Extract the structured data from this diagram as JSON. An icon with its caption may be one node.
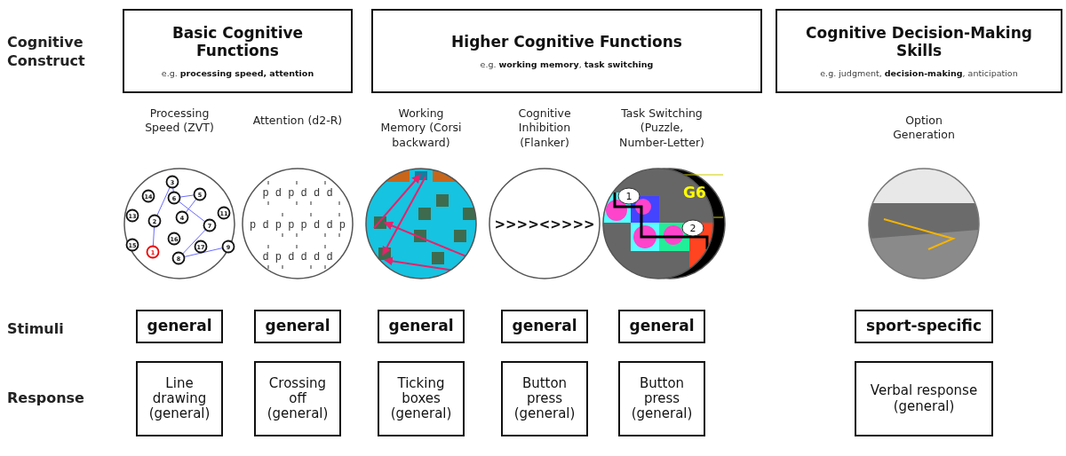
{
  "diagram": {
    "nodes": [
      {
        "text": [
          "Basic Cognitive Functions",
          "e.g. **processing speed, attention**"
        ]
      },
      {
        "text": [
          "Higher Cognitive Functions",
          "e.g. **working memory**, **task switching**"
        ]
      },
      {
        "text": [
          "Cognitive Decision-Making Skills",
          "e.g. judgment, **decision-making**, anticipation"
        ]
      },
      {
        "text": [
          "general"
        ]
      },
      {
        "text": [
          "general"
        ]
      },
      {
        "text": [
          "general"
        ]
      },
      {
        "text": [
          "general"
        ]
      },
      {
        "text": [
          "general"
        ]
      },
      {
        "text": [
          "sport-specific"
        ]
      },
      {
        "text": [
          "Line drawing (general)"
        ]
      },
      {
        "text": [
          "Crossing off (general)"
        ]
      },
      {
        "text": [
          "Ticking boxes (general)"
        ]
      },
      {
        "text": [
          "Button press (general)"
        ]
      },
      {
        "text": [
          "Button press (general)"
        ]
      },
      {
        "text": [
          "Verbal response (general)"
        ]
      }
    ],
    "labels": [
      "Cognitive Construct",
      "Processing Speed (ZVT)",
      "Attention (d2-R)",
      "Working Memory (Corsi backward)",
      "Cognitive Inhibition (Flanker)",
      "Task Switching (Puzzle, Number-Letter)",
      "Option Generation",
      "3",
      "14",
      "6",
      "5",
      "13",
      "2",
      "4",
      "11",
      "7",
      "16",
      "15",
      "1",
      "17",
      "9",
      "8",
      "p d p d d d",
      "p d p p p d d p",
      "d p d d d d",
      ">>>><>>>>",
      "1",
      "2",
      "G6",
      "Stimuli",
      "Response"
    ]
  }
}
